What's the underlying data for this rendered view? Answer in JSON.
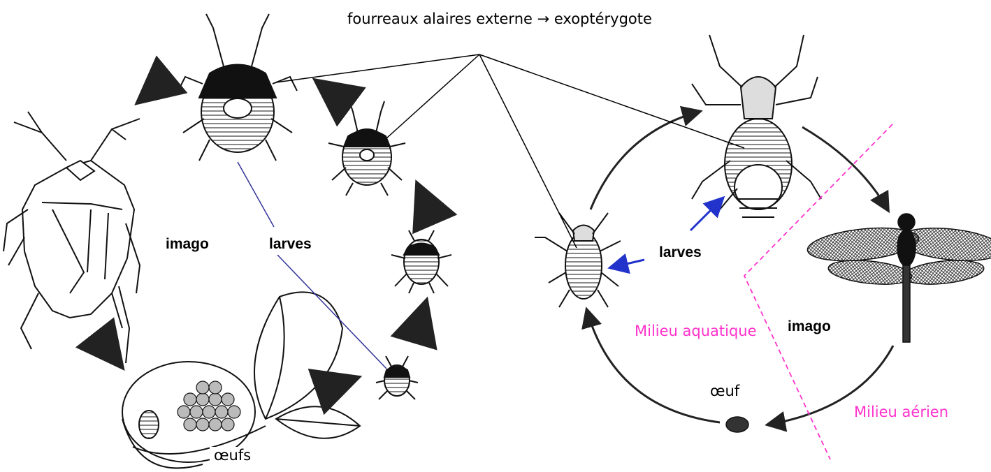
{
  "title": "fourreaux alaires externe → exoptérygote",
  "left_cycle": {
    "imago_label": "imago",
    "larves_label": "larves",
    "oeufs_label": "œufs"
  },
  "right_cycle": {
    "larves_label": "larves",
    "imago_label": "imago",
    "oeuf_label": "œuf",
    "aquatic_label": "Milieu aquatique",
    "aerial_label": "Milieu aérien"
  },
  "colors": {
    "pointer_lines": "#000000",
    "larva_lines": "#333399",
    "blue_arrows": "#2233cc",
    "milieu_text": "#ff33cc",
    "divider": "#ff33cc"
  }
}
